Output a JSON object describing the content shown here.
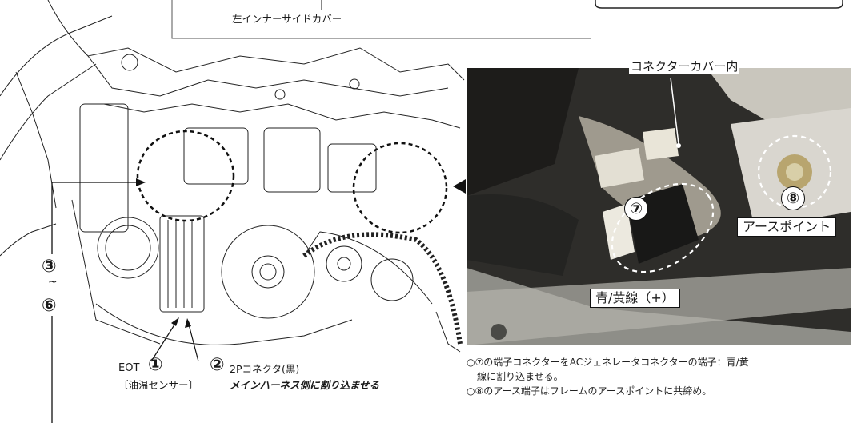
{
  "top_caption": "左インナーサイドカバー",
  "photo": {
    "title": "コネクターカバー内",
    "label_ground": "アースポイント",
    "label_wire": "青/黄線（+）",
    "badge_7": "⑦",
    "badge_8": "⑧"
  },
  "diagram": {
    "range_start": "③",
    "range_tilde": "~",
    "range_end": "⑥",
    "eot_label": "EOT",
    "eot_num": "①",
    "eot_sub": "〔油温センサー〕",
    "conn_num": "②",
    "conn_label": "2Pコネクタ(黒)",
    "conn_note": "メインハーネス側に割り込ませる"
  },
  "notes": {
    "line1": "○⑦の端子コネクターをACジェネレータコネクターの端子：青/黄",
    "line1b": "線に割り込ませる。",
    "line2": "○⑧のアース端子はフレームのアースポイントに共締め。"
  }
}
